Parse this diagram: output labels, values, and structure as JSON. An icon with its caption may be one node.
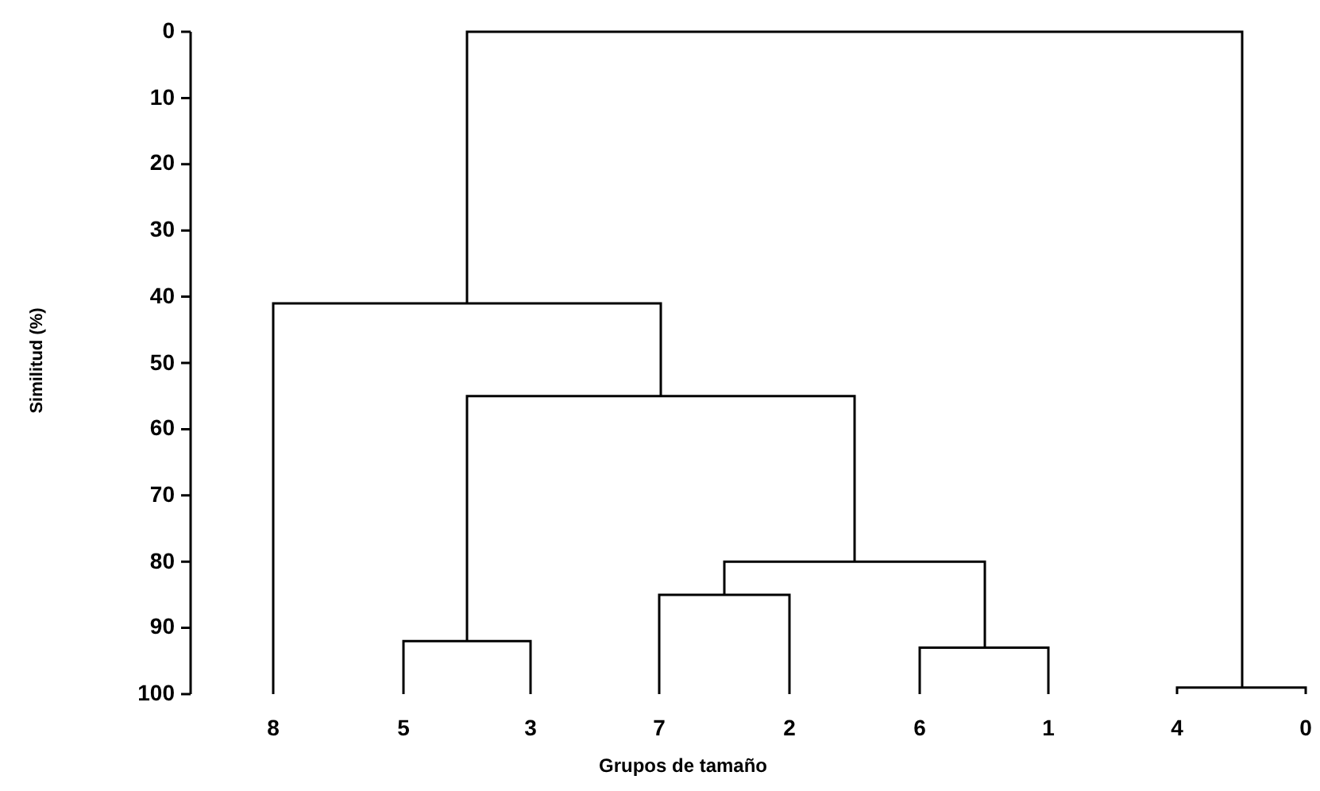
{
  "diagram": {
    "labels": [
      "Similitud (%)",
      "0",
      "10",
      "20",
      "30",
      "40",
      "50",
      "60",
      "70",
      "80",
      "90",
      "100",
      "8",
      "5",
      "3",
      "7",
      "2",
      "6",
      "1",
      "4",
      "0",
      "Grupos de tamaño"
    ]
  }
}
